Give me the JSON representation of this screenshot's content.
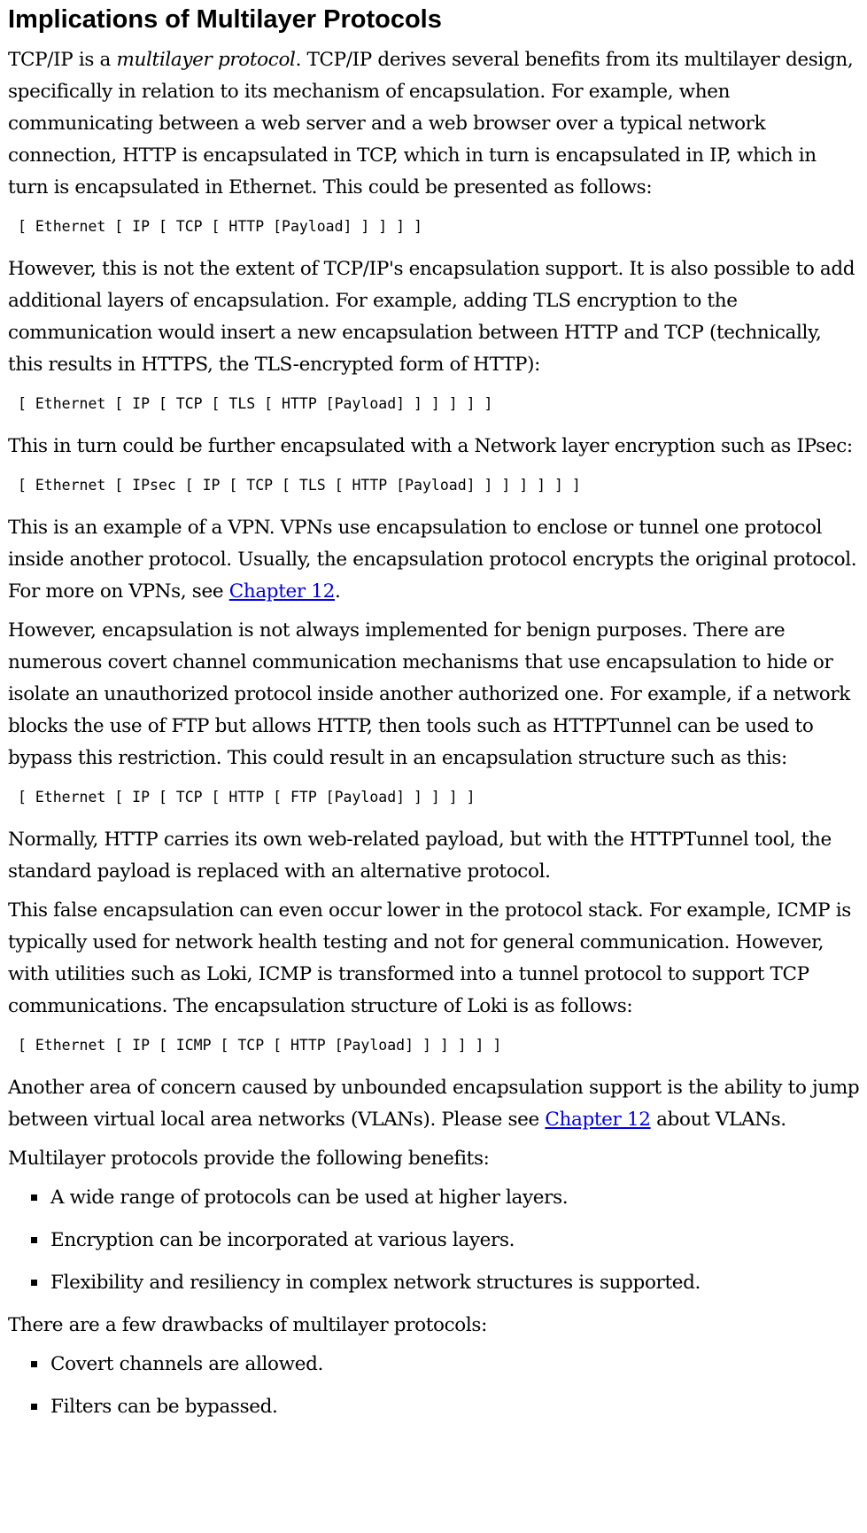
{
  "heading": "Implications of Multilayer Protocols",
  "p1": {
    "before": "TCP/IP is a ",
    "em": "multilayer protocol",
    "after": ". TCP/IP derives several benefits from its multilayer design, specifically in relation to its mechanism of encapsulation. For example, when communicating between a web server and a web browser over a typical network connection, HTTP is encapsulated in TCP, which in turn is encapsulated in IP, which in turn is encapsulated in Ethernet. This could be presented as follows:"
  },
  "code1": "[ Ethernet [ IP [ TCP [ HTTP [Payload] ] ] ] ]",
  "p2": "However, this is not the extent of TCP/IP's encapsulation support. It is also possible to add additional layers of encapsulation. For example, adding TLS encryption to the communication would insert a new encapsulation between HTTP and TCP (technically, this results in HTTPS, the TLS-encrypted form of HTTP):",
  "code2": "[ Ethernet [ IP [ TCP [ TLS [ HTTP [Payload] ] ] ] ] ]",
  "p3": "This in turn could be further encapsulated with a Network layer encryption such as IPsec:",
  "code3": "[ Ethernet [ IPsec [ IP [ TCP [ TLS [ HTTP [Payload] ] ] ] ] ] ]",
  "p4": {
    "before": "This is an example of a VPN. VPNs use encapsulation to enclose or tunnel one protocol inside another protocol. Usually, the encapsulation protocol encrypts the original protocol. For more on VPNs, see ",
    "link": "Chapter 12",
    "after": "."
  },
  "p5": "However, encapsulation is not always implemented for benign purposes. There are numerous covert channel communication mechanisms that use encapsulation to hide or isolate an unauthorized protocol inside another authorized one. For example, if a network blocks the use of FTP but allows HTTP, then tools such as HTTPTunnel can be used to bypass this restriction. This could result in an encapsulation structure such as this:",
  "code4": "[ Ethernet [ IP [ TCP [ HTTP [ FTP [Payload] ] ] ] ]",
  "p6": "Normally, HTTP carries its own web-related payload, but with the HTTPTunnel tool, the standard payload is replaced with an alternative protocol.",
  "p7": "This false encapsulation can even occur lower in the protocol stack. For example, ICMP is typically used for network health testing and not for general communication. However, with utilities such as Loki, ICMP is transformed into a tunnel protocol to support TCP communications. The encapsulation structure of Loki is as follows:",
  "code5": "[ Ethernet [ IP [ ICMP [ TCP [ HTTP [Payload] ] ] ] ] ]",
  "p8": {
    "before": "Another area of concern caused by unbounded encapsulation support is the ability to jump between virtual local area networks (VLANs). Please see ",
    "link": "Chapter 12",
    "after": " about VLANs."
  },
  "p9": "Multilayer protocols provide the following benefits:",
  "benefits": [
    "A wide range of protocols can be used at higher layers.",
    "Encryption can be incorporated at various layers.",
    "Flexibility and resiliency in complex network structures is supported."
  ],
  "p10": "There are a few drawbacks of multilayer protocols:",
  "drawbacks": [
    "Covert channels are allowed.",
    "Filters can be bypassed."
  ]
}
